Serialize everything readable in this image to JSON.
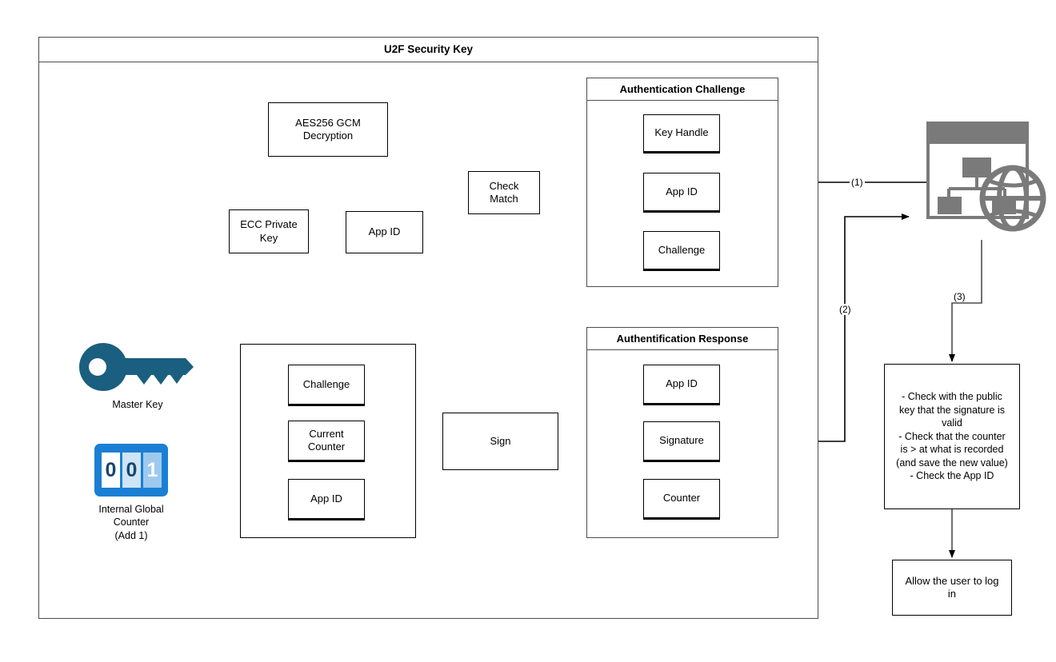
{
  "diagram": {
    "title": "U2F Security Key"
  },
  "nodes": {
    "aes_decrypt": "AES256 GCM\nDecryption",
    "ecc_private_key": "ECC Private\nKey",
    "app_id_decrypted": "App ID",
    "check_match": "Check\nMatch",
    "sign": "Sign"
  },
  "challenge_group": {
    "title": "Authentication Challenge",
    "items": [
      {
        "label": "Key Handle"
      },
      {
        "label": "App ID"
      },
      {
        "label": "Challenge"
      }
    ]
  },
  "tosign_group": {
    "title": "",
    "items": [
      {
        "label": "Challenge"
      },
      {
        "label": "Current\nCounter"
      },
      {
        "label": "App ID"
      }
    ]
  },
  "response_group": {
    "title": "Authentification Response",
    "items": [
      {
        "label": "App ID"
      },
      {
        "label": "Signature"
      },
      {
        "label": "Counter"
      }
    ]
  },
  "assets": {
    "master_key": {
      "icon": "key-icon",
      "caption": "Master Key",
      "color": "#1a5f7f"
    },
    "global_counter": {
      "icon": "counter-icon",
      "caption": "Internal Global\nCounter\n(Add 1)",
      "digits": "001",
      "color": "#1a7fd4"
    },
    "relying_party": {
      "icon": "browser-globe-icon",
      "color": "#7a7a7a"
    }
  },
  "server_side": {
    "verify_box": "- Check with the public\nkey that the signature is\nvalid\n- Check that the counter\nis > at what is recorded\n(and save the new value)\n- Check the App ID",
    "allow_box": "Allow the user to log\nin"
  },
  "flow_labels": {
    "step1": "(1)",
    "step2": "(2)",
    "step3": "(3)"
  },
  "colors": {
    "stroke": "#000000",
    "group_stroke": "#4d4d4d",
    "key_blue": "#1a5f7f",
    "counter_blue": "#1a7fd4",
    "icon_gray": "#7a7a7a"
  }
}
